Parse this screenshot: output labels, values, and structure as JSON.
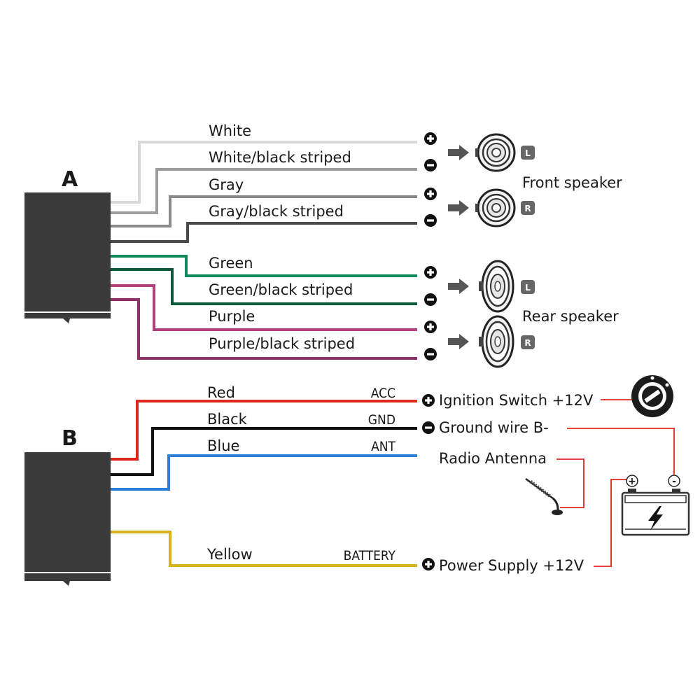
{
  "connectors": {
    "a_label": "A",
    "b_label": "B"
  },
  "speaker_wires": [
    {
      "label": "White",
      "color": "#d9d9d9",
      "pole": "+"
    },
    {
      "label": "White/black striped",
      "color": "#9c9c9c",
      "pole": "-"
    },
    {
      "label": "Gray",
      "color": "#8a8a8a",
      "pole": "+"
    },
    {
      "label": "Gray/black striped",
      "color": "#4a4a4a",
      "pole": "-"
    },
    {
      "label": "Green",
      "color": "#0f8a5a",
      "pole": "+"
    },
    {
      "label": "Green/black striped",
      "color": "#0c5a3a",
      "pole": "-"
    },
    {
      "label": "Purple",
      "color": "#b2407f",
      "pole": "+"
    },
    {
      "label": "Purple/black striped",
      "color": "#8e2f66",
      "pole": "-"
    }
  ],
  "speakers": {
    "front_label": "Front speaker",
    "rear_label": "Rear speaker",
    "left_badge": "L",
    "right_badge": "R"
  },
  "power_wires": [
    {
      "label": "Red",
      "tag": "ACC",
      "color": "#e0271f",
      "pole": "+",
      "destination": "Ignition Switch +12V"
    },
    {
      "label": "Black",
      "tag": "GND",
      "color": "#111111",
      "pole": "-",
      "destination": "Ground wire B-"
    },
    {
      "label": "Blue",
      "tag": "ANT",
      "color": "#2f7fd6",
      "pole": "",
      "destination": "Radio Antenna"
    },
    {
      "label": "Yellow",
      "tag": "BATTERY",
      "color": "#d8b21e",
      "pole": "+",
      "destination": "Power Supply +12V"
    }
  ],
  "battery": {
    "plus": "+",
    "minus": "-"
  },
  "icons": [
    "plus-icon",
    "minus-icon",
    "arrow-right-icon",
    "round-speaker-icon",
    "oval-speaker-icon",
    "ignition-key-icon",
    "antenna-icon",
    "battery-icon",
    "lightning-icon"
  ]
}
